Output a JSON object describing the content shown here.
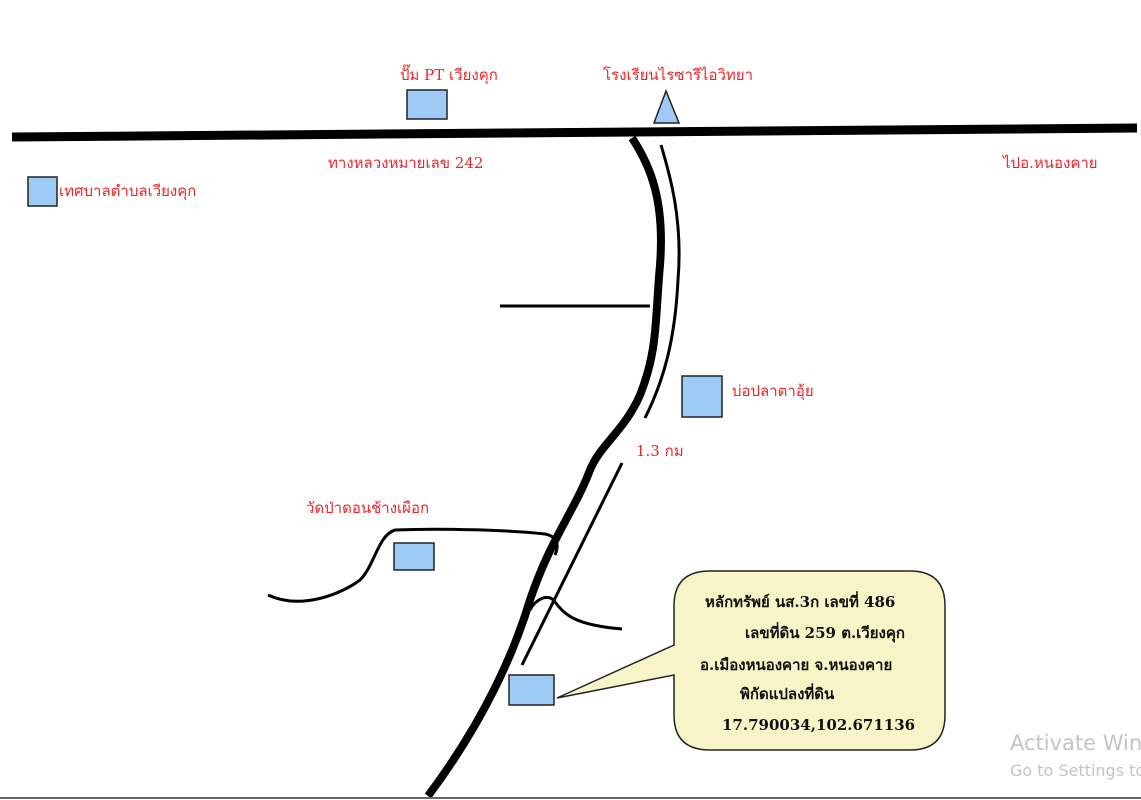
{
  "map": {
    "landmarks": {
      "pt_station": "ปั๊ม PT เวียงคุก",
      "school": "โรงเรียนไรซารีไอวิทยา",
      "municipality": "เทศบาลตำบลเวียงคุก",
      "fish_pond": "บ่อปลาตาอุ้ย",
      "temple": "วัดป่าดอนช้างเผือก"
    },
    "roads": {
      "highway": "ทางหลวงหมายเลข 242",
      "direction": "ไปอ.หนองคาย",
      "distance": "1.3 กม"
    },
    "callout": {
      "line1": "หลักทรัพย์ นส.3ก เลขที่ 486",
      "line2": "เลขที่ดิน 259  ต.เวียงคุก",
      "line3": "อ.เมืองหนองคาย จ.หนองคาย",
      "line4": "พิกัดแปลงที่ดิน",
      "line5": "17.790034,102.671136"
    },
    "colors": {
      "label": "#e8262b",
      "marker_fill": "#9dcbf5",
      "callout_fill": "#f7f5c8"
    }
  },
  "watermark": {
    "line1": "Activate Windows",
    "line2": "Go to Settings to activate Windows."
  }
}
